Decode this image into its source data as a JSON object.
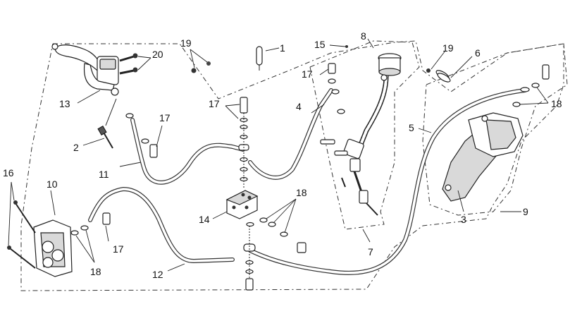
{
  "diagram": {
    "callouts": {
      "c1": "1",
      "c2": "2",
      "c3": "3",
      "c4": "4",
      "c5": "5",
      "c6": "6",
      "c7": "7",
      "c8": "8",
      "c9": "9",
      "c10": "10",
      "c11": "11",
      "c12": "12",
      "c13": "13",
      "c14": "14",
      "c15": "15",
      "c16": "16",
      "c17a": "17",
      "c17b": "17",
      "c17c": "17",
      "c17d": "17",
      "c18a": "18",
      "c18b": "18",
      "c18c": "18",
      "c19a": "19",
      "c19b": "19",
      "c20": "20"
    }
  }
}
